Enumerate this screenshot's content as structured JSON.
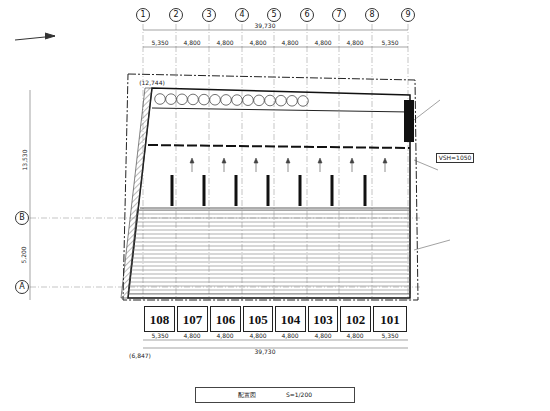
{
  "diagram": {
    "nodes": [
      {
        "text": [
          "1"
        ]
      },
      {
        "text": [
          "2"
        ]
      },
      {
        "text": [
          "3"
        ]
      },
      {
        "text": [
          "4"
        ]
      },
      {
        "text": [
          "5"
        ]
      },
      {
        "text": [
          "6"
        ]
      },
      {
        "text": [
          "7"
        ]
      },
      {
        "text": [
          "8"
        ]
      },
      {
        "text": [
          "9"
        ]
      },
      {
        "text": [
          "B"
        ]
      },
      {
        "text": [
          "A"
        ]
      },
      {
        "text": [
          "108"
        ]
      },
      {
        "text": [
          "107"
        ]
      },
      {
        "text": [
          "106"
        ]
      },
      {
        "text": [
          "105"
        ]
      },
      {
        "text": [
          "104"
        ]
      },
      {
        "text": [
          "103"
        ]
      },
      {
        "text": [
          "102"
        ]
      },
      {
        "text": [
          "101"
        ]
      },
      {
        "text": [
          "配置図",
          "S=1/200"
        ]
      }
    ],
    "labels": [
      "39,730",
      "5,350",
      "4,800",
      "4,800",
      "4,800",
      "4,800",
      "4,800",
      "4,800",
      "5,350",
      "5,350",
      "4,800",
      "4,800",
      "4,800",
      "4,800",
      "4,800",
      "4,800",
      "5,350",
      "39,730",
      "(12,744)",
      "(6,847)",
      "13,530",
      "5,200",
      "VSH=1050"
    ]
  }
}
